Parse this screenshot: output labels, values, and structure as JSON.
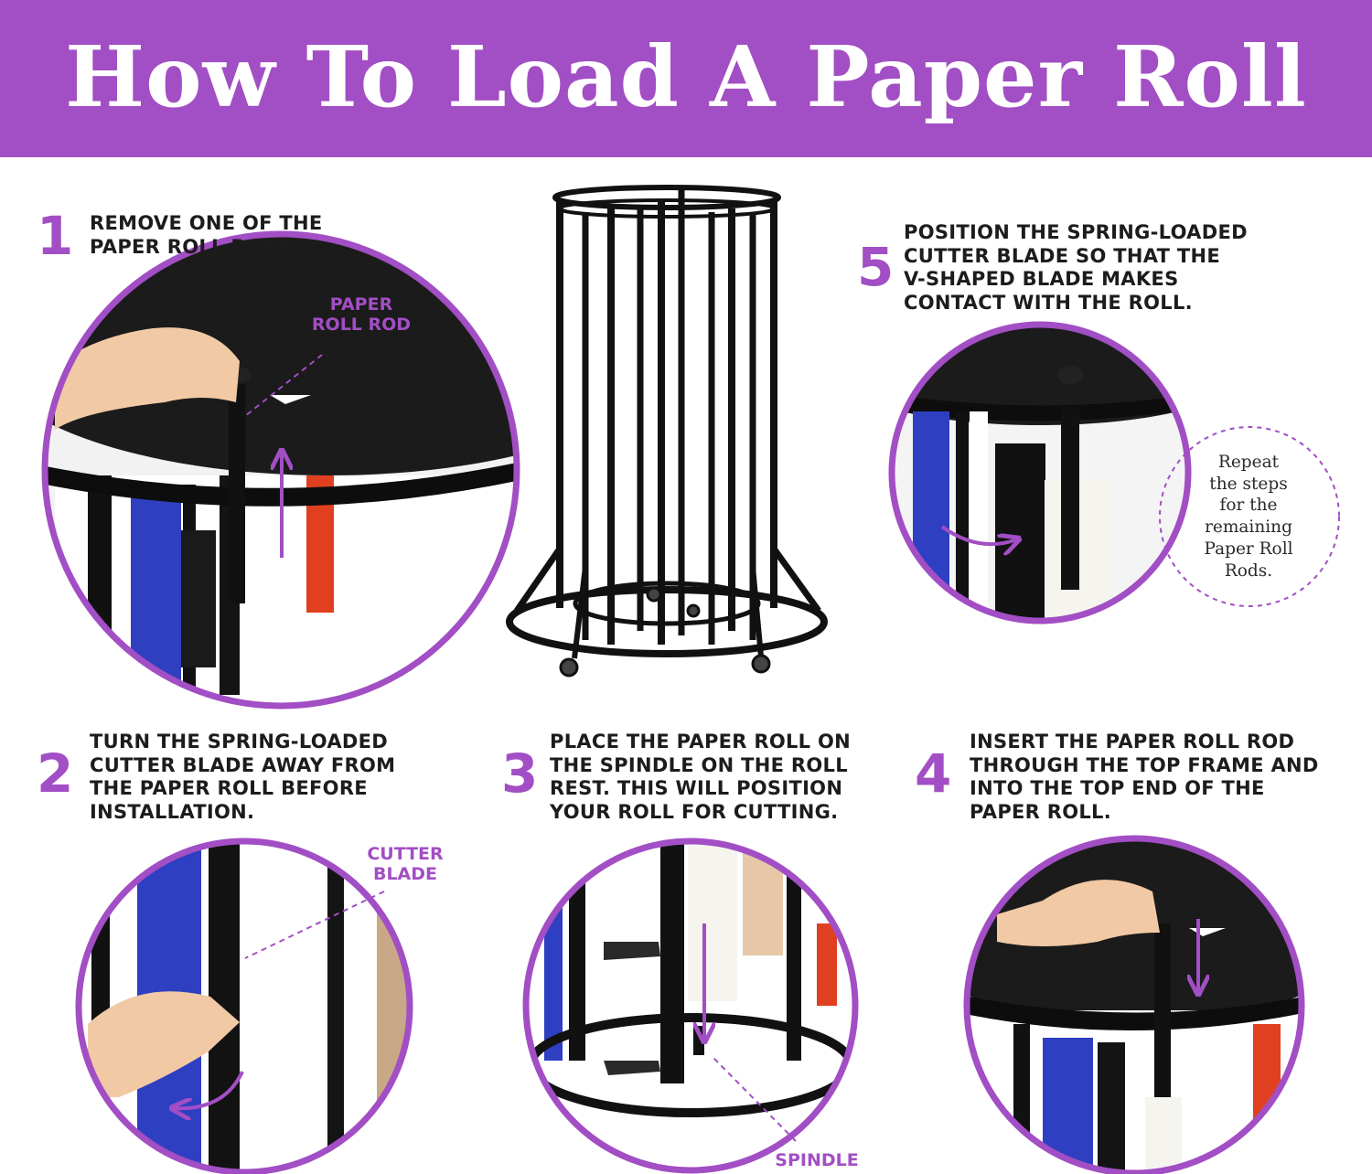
{
  "title": "How To Load A Paper Roll",
  "colors": {
    "accent": "#a24ec4",
    "text": "#1c1c1c",
    "background": "#ffffff"
  },
  "steps": [
    {
      "number": "1",
      "lines": [
        "REMOVE ONE OF THE",
        "PAPER ROLL RODS."
      ]
    },
    {
      "number": "2",
      "lines": [
        "TURN THE SPRING-LOADED",
        "CUTTER BLADE AWAY FROM",
        "THE PAPER ROLL BEFORE",
        "INSTALLATION."
      ]
    },
    {
      "number": "3",
      "lines": [
        "PLACE THE PAPER ROLL ON",
        "THE SPINDLE ON THE ROLL",
        "REST. THIS WILL POSITION",
        "YOUR ROLL FOR CUTTING."
      ]
    },
    {
      "number": "4",
      "lines": [
        "INSERT THE PAPER ROLL ROD",
        "THROUGH THE TOP FRAME AND",
        "INTO THE TOP END OF THE",
        "PAPER ROLL."
      ]
    },
    {
      "number": "5",
      "lines": [
        "POSITION THE SPRING-LOADED",
        "CUTTER BLADE SO THAT THE",
        "V-SHAPED BLADE MAKES",
        "CONTACT WITH THE ROLL."
      ]
    }
  ],
  "callouts": {
    "paper_roll_rod": [
      "PAPER",
      "ROLL ROD"
    ],
    "cutter_blade": [
      "CUTTER",
      "BLADE"
    ],
    "spindle": "SPINDLE"
  },
  "repeat_note": [
    "Repeat",
    "the steps",
    "for the",
    "remaining",
    "Paper Roll",
    "Rods."
  ]
}
